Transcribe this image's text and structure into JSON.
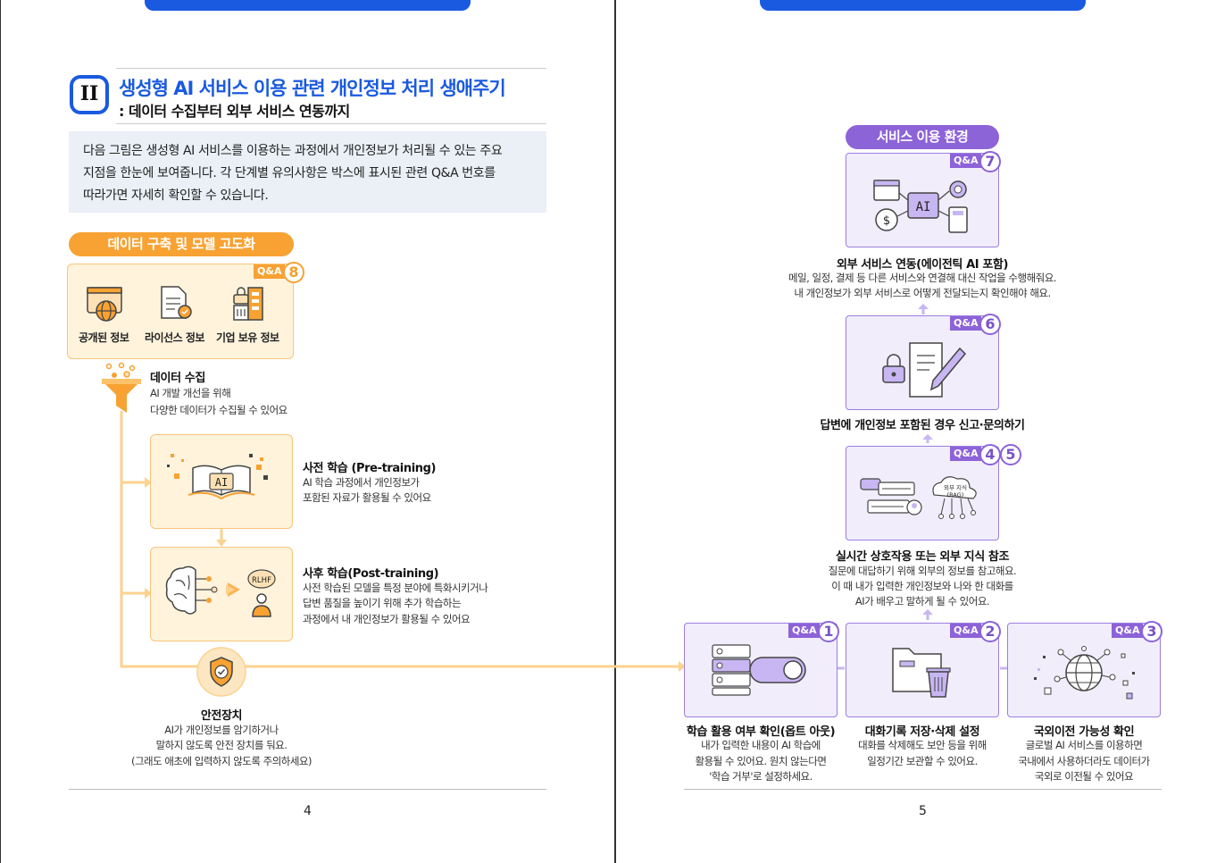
{
  "section": {
    "number": "II",
    "title": "생성형 AI 서비스 이용 관련 개인정보 처리 생애주기",
    "subtitle": ": 데이터 수집부터 외부 서비스 연동까지"
  },
  "intro": {
    "line1": "다음 그림은 생성형 AI 서비스를 이용하는 과정에서 개인정보가 처리될 수 있는 주요",
    "line2": "지점을 한눈에 보여줍니다. 각 단계별 유의사항은 박스에 표시된 관련 Q&A 번호를",
    "line3": "따라가면 자세히 확인할 수 있습니다."
  },
  "qa_label": "Q&A",
  "left": {
    "pill": "데이터 구축 및 모델 고도화",
    "sources": {
      "qa": "8",
      "items": [
        "공개된 정보",
        "라이선스 정보",
        "기업 보유 정보"
      ]
    },
    "collect": {
      "title": "데이터 수집",
      "lines": [
        "AI 개발 개선을 위해",
        "다양한 데이터가 수집될 수 있어요"
      ]
    },
    "pretrain": {
      "icon_text": "AI",
      "title": "사전 학습 (Pre-training)",
      "lines": [
        "AI 학습 과정에서 개인정보가",
        "포함된 자료가 활용될 수 있어요"
      ]
    },
    "posttrain": {
      "icon_text": "RLHF",
      "title": "사후 학습(Post-training)",
      "lines": [
        "사전 학습된 모델을 특정 분야에 특화시키거나",
        "답변 품질을 높이기 위해 추가 학습하는",
        "과정에서 내 개인정보가 활용될 수 있어요"
      ]
    },
    "safety": {
      "title": "안전장치",
      "lines": [
        "AI가 개인정보를 암기하거나",
        "말하지 않도록 안전 장치를 둬요.",
        "(그래도 애초에 입력하지 않도록 주의하세요)"
      ]
    },
    "page": "4"
  },
  "right": {
    "pill": "서비스 이용 환경",
    "box7": {
      "qa": "7",
      "icon_text": "AI",
      "title": "외부 서비스 연동(에이전틱 AI 포함)",
      "lines": [
        "메일, 일정, 결제 등 다른 서비스와 연결해 대신 작업을 수행해줘요.",
        "내 개인정보가 외부 서비스로 어떻게 전달되는지 확인해야 해요."
      ]
    },
    "box6": {
      "qa": "6",
      "title": "답변에 개인정보 포함된 경우 신고·문의하기"
    },
    "box45": {
      "qa_a": "4",
      "qa_b": "5",
      "cloud_line1": "외부 지식",
      "cloud_line2": "(RAG)",
      "title": "실시간  상호작용 또는 외부 지식 참조",
      "lines": [
        "질문에 대답하기 위해 외부의 정보를 참고해요.",
        "이 때 내가 입력한 개인정보와 나와 한 대화를",
        "AI가 배우고 말하게 될 수 있어요."
      ]
    },
    "box1": {
      "qa": "1",
      "title": "학습 활용 여부 확인(옵트 아웃)",
      "lines": [
        "내가 입력한 내용이 AI 학습에",
        "활용될 수 있어요. 원치 않는다면",
        "'학습 거부'로 설정하세요."
      ]
    },
    "box2": {
      "qa": "2",
      "title": "대화기록 저장·삭제 설정",
      "lines": [
        "대화를 삭제해도 보안 등을 위해",
        "일정기간 보관할 수 있어요."
      ]
    },
    "box3": {
      "qa": "3",
      "title": "국외이전 가능성 확인",
      "lines": [
        "글로벌 AI 서비스를 이용하면",
        "국내에서 사용하더라도 데이터가",
        "국외로 이전될 수 있어요"
      ]
    },
    "page": "5"
  },
  "colors": {
    "accent_blue": "#1a5ae0",
    "orange": "#f7a233",
    "purple": "#8d63d8",
    "light_orange": "#fff3dc",
    "light_purple": "#f1edfb"
  }
}
